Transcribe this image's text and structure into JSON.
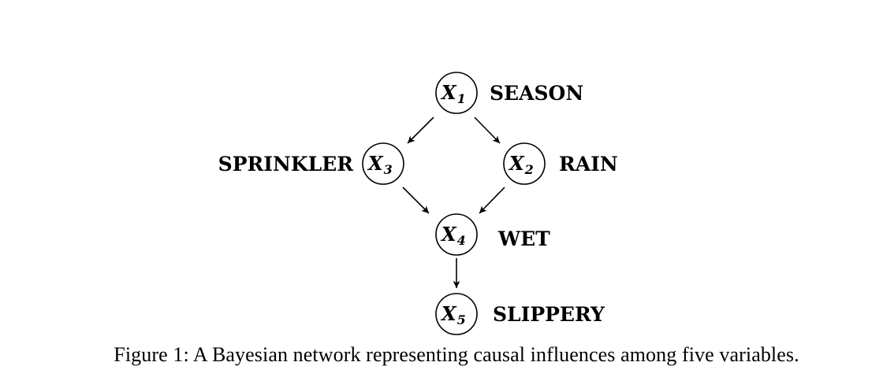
{
  "figure": {
    "caption": "Figure 1: A Bayesian network representing causal influences among five variables."
  },
  "nodes": [
    {
      "id": "x1",
      "symbol": "X",
      "subscript": "1",
      "label": "SEASON"
    },
    {
      "id": "x3",
      "symbol": "X",
      "subscript": "3",
      "label": "SPRINKLER"
    },
    {
      "id": "x2",
      "symbol": "X",
      "subscript": "2",
      "label": "RAIN"
    },
    {
      "id": "x4",
      "symbol": "X",
      "subscript": "4",
      "label": "WET"
    },
    {
      "id": "x5",
      "symbol": "X",
      "subscript": "5",
      "label": "SLIPPERY"
    }
  ],
  "edges": [
    {
      "from": "x1",
      "to": "x3"
    },
    {
      "from": "x1",
      "to": "x2"
    },
    {
      "from": "x3",
      "to": "x4"
    },
    {
      "from": "x2",
      "to": "x4"
    },
    {
      "from": "x4",
      "to": "x5"
    }
  ]
}
